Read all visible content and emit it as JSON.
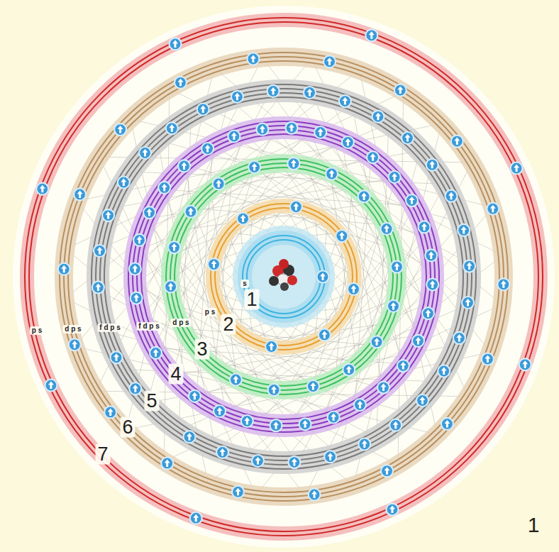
{
  "diagram": {
    "labels": [
      "1",
      "2",
      "3",
      "4",
      "5",
      "6",
      "7",
      "p s",
      "d p s",
      "f d p s",
      "f d p s",
      "d p s",
      "p s",
      "s",
      "1"
    ]
  }
}
